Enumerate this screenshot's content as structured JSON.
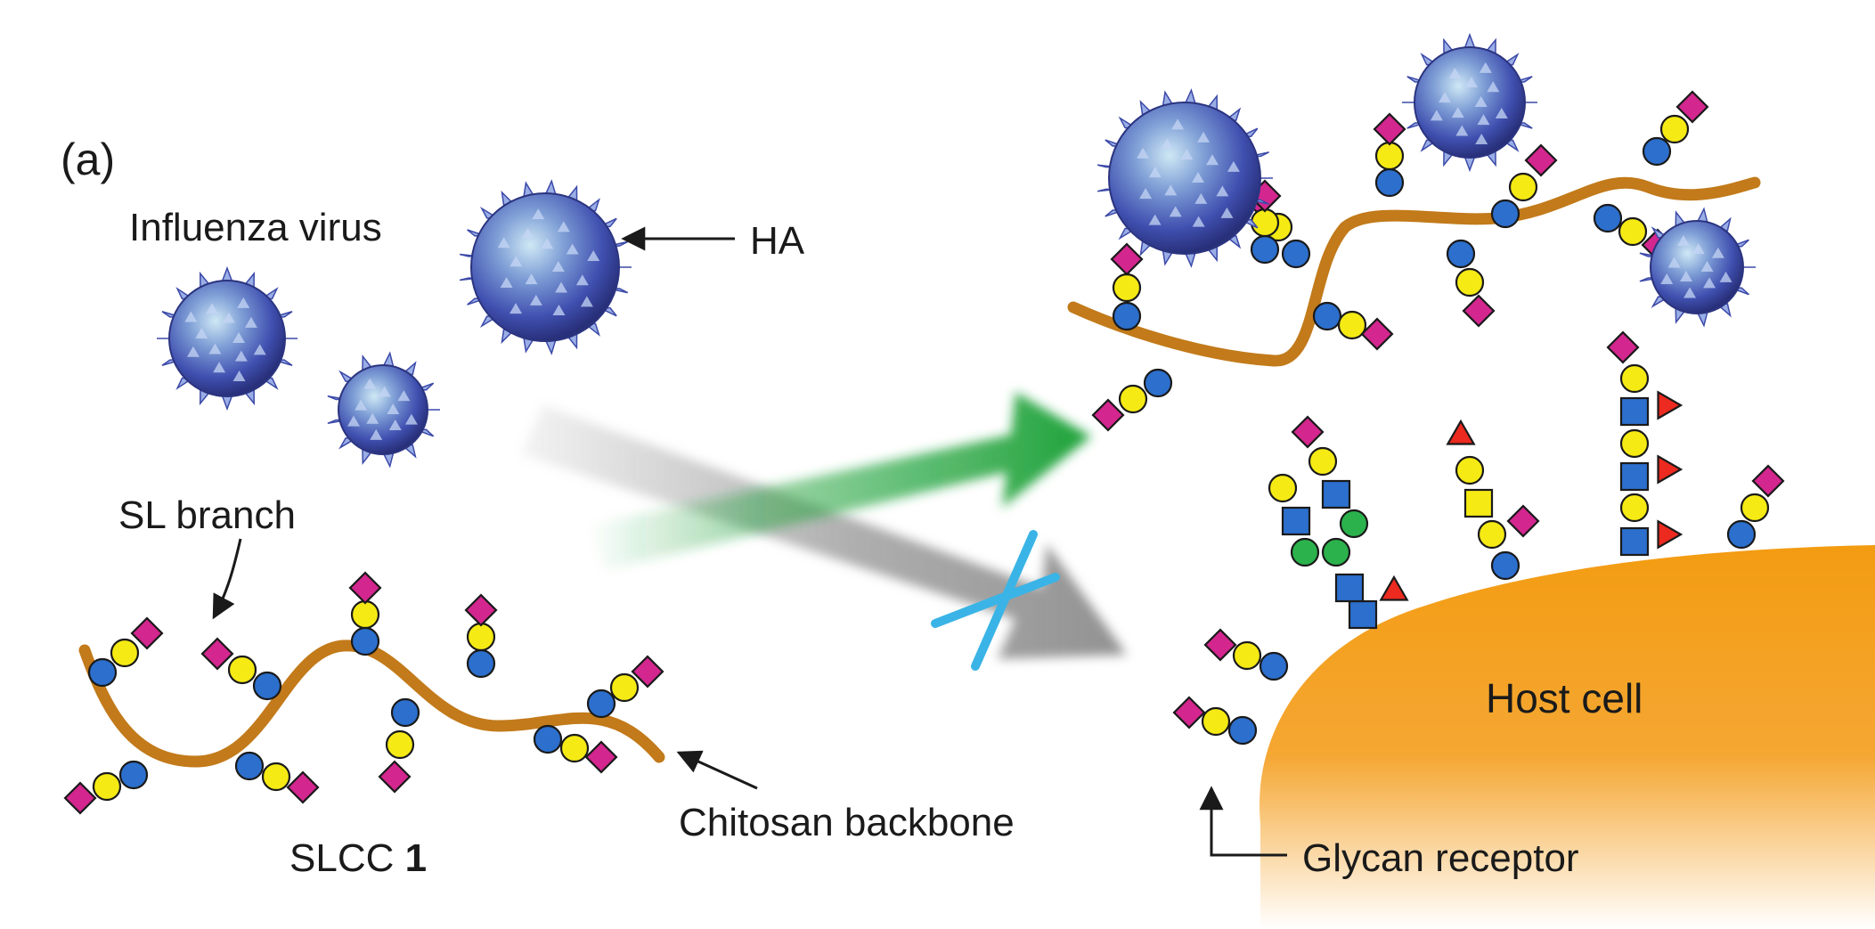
{
  "panel_label": "(a)",
  "labels": {
    "influenza_virus": "Influenza virus",
    "ha": "HA",
    "sl_branch": "SL branch",
    "slcc_text": "SLCC",
    "slcc_number": "1",
    "chitosan_backbone": "Chitosan backbone",
    "host_cell": "Host cell",
    "glycan_receptor": "Glycan receptor"
  },
  "colors": {
    "sialic_acid": "#d4268f",
    "galactose": "#f5ea14",
    "glcnac": "#2c6fcd",
    "mannose": "#2bb24c",
    "fucose": "#ec2a1f",
    "chitosan": "#c27a1a",
    "host_cell": "#f39c12",
    "virus": "#3c4aa8",
    "block_mark": "#3ab4e6",
    "green_arrow": "#1ea23a",
    "gray_arrow": "#8c8c8c"
  }
}
